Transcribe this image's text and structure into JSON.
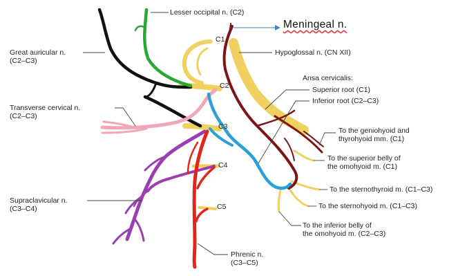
{
  "labels": {
    "lesser_occipital": "Lesser occipital n. (C2)",
    "meningeal": "Meningeal n.",
    "hypoglossal": "Hypoglossal n. (CN XII)",
    "great_auricular_1": "Great auricular n.",
    "great_auricular_2": "(C2–C3)",
    "ansa_cervicalis": "Ansa cervicalis:",
    "superior_root": "Superior root (C1)",
    "inferior_root": "Inferior root (C2–C3)",
    "transverse_cervical_1": "Transverse cervical n.",
    "transverse_cervical_2": "(C2–C3)",
    "geniohyoid_1": "To the geniohyoid and",
    "geniohyoid_2": "thyrohyoid mm. (C1)",
    "sup_belly_1": "To the superior belly of",
    "sup_belly_2": "the omohyoid m. (C1)",
    "sternothyroid": "To the sternothyroid m. (C1–C3)",
    "sternohyoid": "To the sternohyoid m. (C1–C3)",
    "supraclavicular_1": "Supraclavicular n.",
    "supraclavicular_2": "(C3–C4)",
    "inf_belly_1": "To the inferior belly of",
    "inf_belly_2": "the omohyoid m. (C2–C3)",
    "phrenic_1": "Phrenic n.",
    "phrenic_2": "(C3–C5)"
  },
  "roots": {
    "c1": "C1",
    "c2": "C2",
    "c3": "C3",
    "c4": "C4",
    "c5": "C5"
  },
  "colors": {
    "lesser_occipital": "#2aa836",
    "great_auricular": "#111111",
    "transverse_cervical": "#f0a8b8",
    "ansa_inferior_root": "#2aa0d8",
    "supraclavicular": "#9a3fb0",
    "phrenic": "#e0261a",
    "hypoglossal": "#7a1416",
    "nerve_root": "#f0d060",
    "leader_line": "#444444",
    "meningeal_arrow": "#4a7fc0"
  }
}
